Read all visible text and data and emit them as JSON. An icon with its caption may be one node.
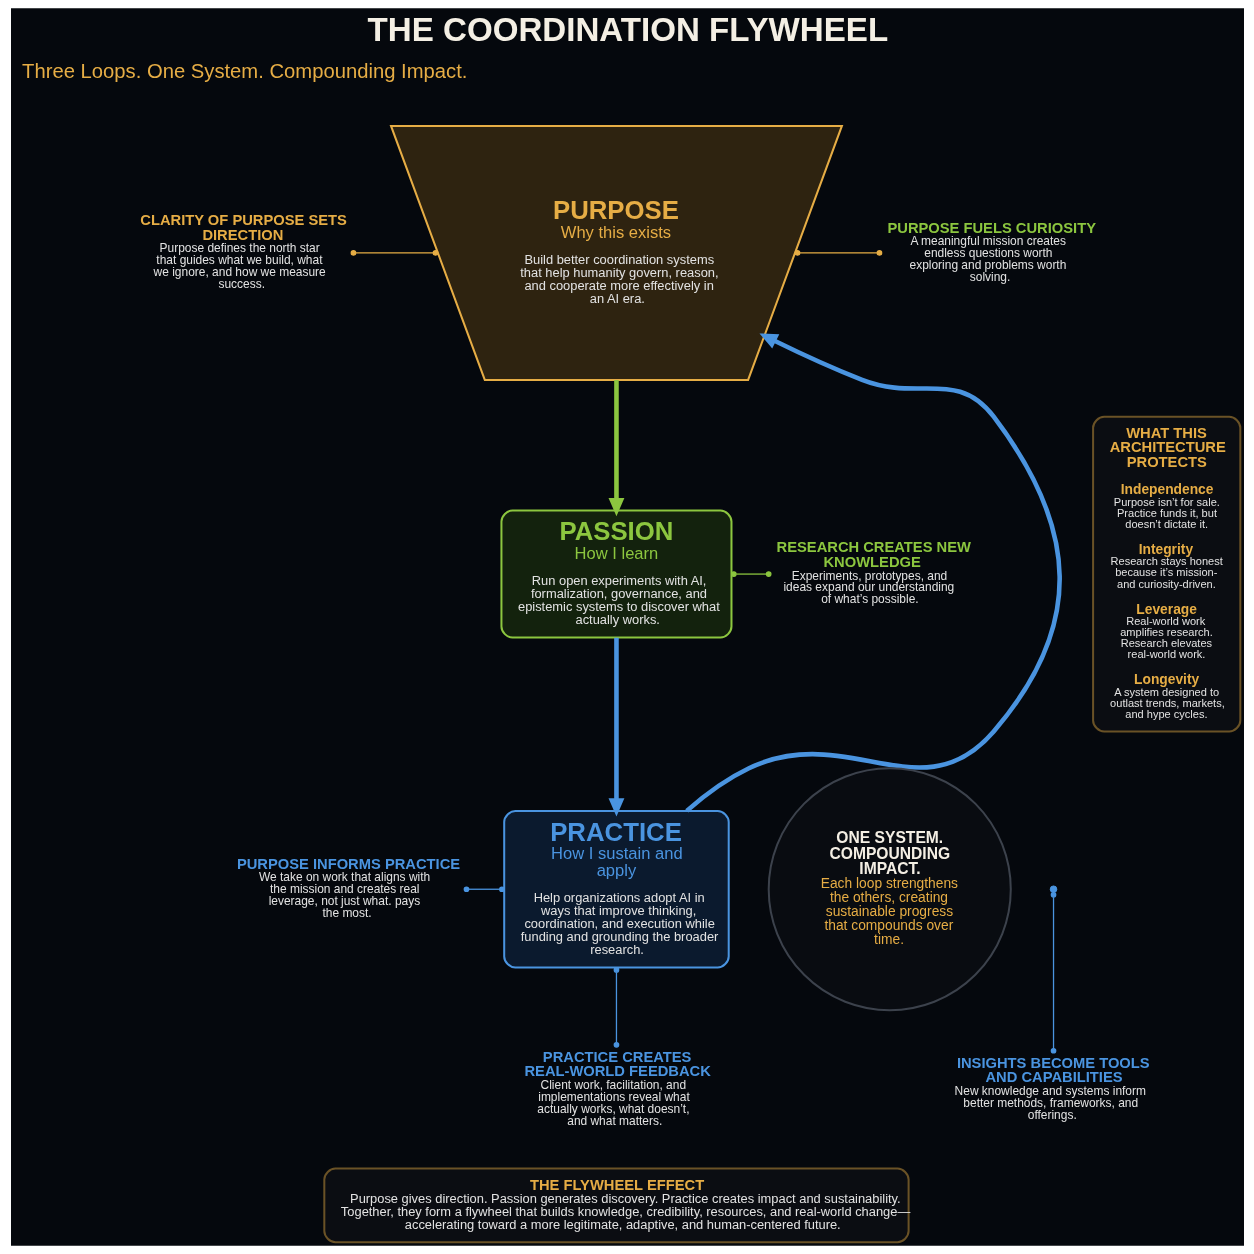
{
  "diagram": {
    "title": "THE COORDINATION FLYWHEEL",
    "nodes": [
      {
        "text": [
          "CLARITY OF PURPOSE SETS DIRECTION",
          "Purpose defines the north star that guides what we build, what we ignore, and how we measure success."
        ]
      },
      {
        "text": [
          "PURPOSE",
          "Why this exists",
          "Build better coordination systems that help humanity govern, reason, and cooperate more effectively in an AI era."
        ]
      },
      {
        "text": [
          "PURPOSE FUELS CURIOSITY",
          "A meaningful mission creates endless questions worth exploring and problems worth solving."
        ]
      },
      {
        "text": [
          "PURPOSE INFORMS PRACTICE",
          "We take on work that aligns with the mission and creates real leverage, not just what. pays the most."
        ]
      },
      {
        "text": [
          "WHAT THIS ARCHITECTURE PROTECTS",
          "Independence",
          "Purpose isn’t for sale. Practice funds it, but doesn’t dictate it.",
          "Integrity",
          "Research stays honest because it’s mission- and curiosity-driven.",
          "Leverage",
          "Real-world work amplifies research. Research elevates real-world work.",
          "Longevity",
          "A system designed to outlast trends, markets, and hype cycles."
        ]
      },
      {
        "text": [
          "PRACTICE",
          "How I sustain and apply",
          "Help organizations adopt AI in ways that improve thinking, coordination, and execution while funding and grounding the broader research."
        ]
      },
      {
        "text": [
          "ONE SYSTEM. COMPOUNDING IMPACT.",
          "Each loop strengthens the others, creating sustainable progress that compounds over time."
        ]
      },
      {
        "text": [
          "PASSION",
          "How I learn",
          "Run open experiments with AI, formalization, governance, and epistemic systems to discover what actually works."
        ]
      },
      {
        "text": [
          "PRACTICE CREATES REAL-WORLD FEEDBACK",
          "Client work, facilitation, and implementations reveal what actually works, what doesn’t, and what matters."
        ]
      },
      {
        "text": [
          "RESEARCH CREATES NEW KNOWLEDGE",
          "Experiments, prototypes, and ideas expand our understanding of what’s possible."
        ]
      },
      {
        "text": [
          "INSIGHTS BECOME TOOLS AND CAPABILITIES",
          "New knowledge and systems inform better methods, frameworks, and offerings."
        ]
      },
      {
        "text": [
          "THE FLYWHEEL EFFECT",
          "Purpose gives direction. Passion generates discovery. Practice creates impact and sustainability. Together, they form a flywheel that builds knowledge, credibility, resources, and real-world change— accelerating toward a more legitimate, adaptive, and human-centered future."
        ]
      }
    ],
    "edges": [
      {
        "from": 1,
        "to": 7,
        "arrow": "to",
        "style": "thick",
        "color": "#8cc63f"
      },
      {
        "from": 7,
        "to": 5,
        "arrow": "to",
        "style": "thick"
      },
      {
        "from": 5,
        "to": 1,
        "arrow": "to",
        "style": "thick"
      },
      {
        "from": 0,
        "to": 1,
        "arrow": "other",
        "color": "#e6ad45"
      },
      {
        "from": 1,
        "to": 2,
        "arrow": "other",
        "color": "#e6ad45"
      },
      {
        "from": 3,
        "to": 5,
        "arrow": "other"
      },
      {
        "from": 5,
        "to": 8,
        "arrow": "other"
      },
      {
        "from": 7,
        "to": 9,
        "arrow": "other",
        "color": "#8cc63f"
      },
      {
        "from": null,
        "to": 10,
        "arrow": "other"
      }
    ],
    "labels": [
      "Three Loops. One System. Compounding Impact."
    ]
  }
}
